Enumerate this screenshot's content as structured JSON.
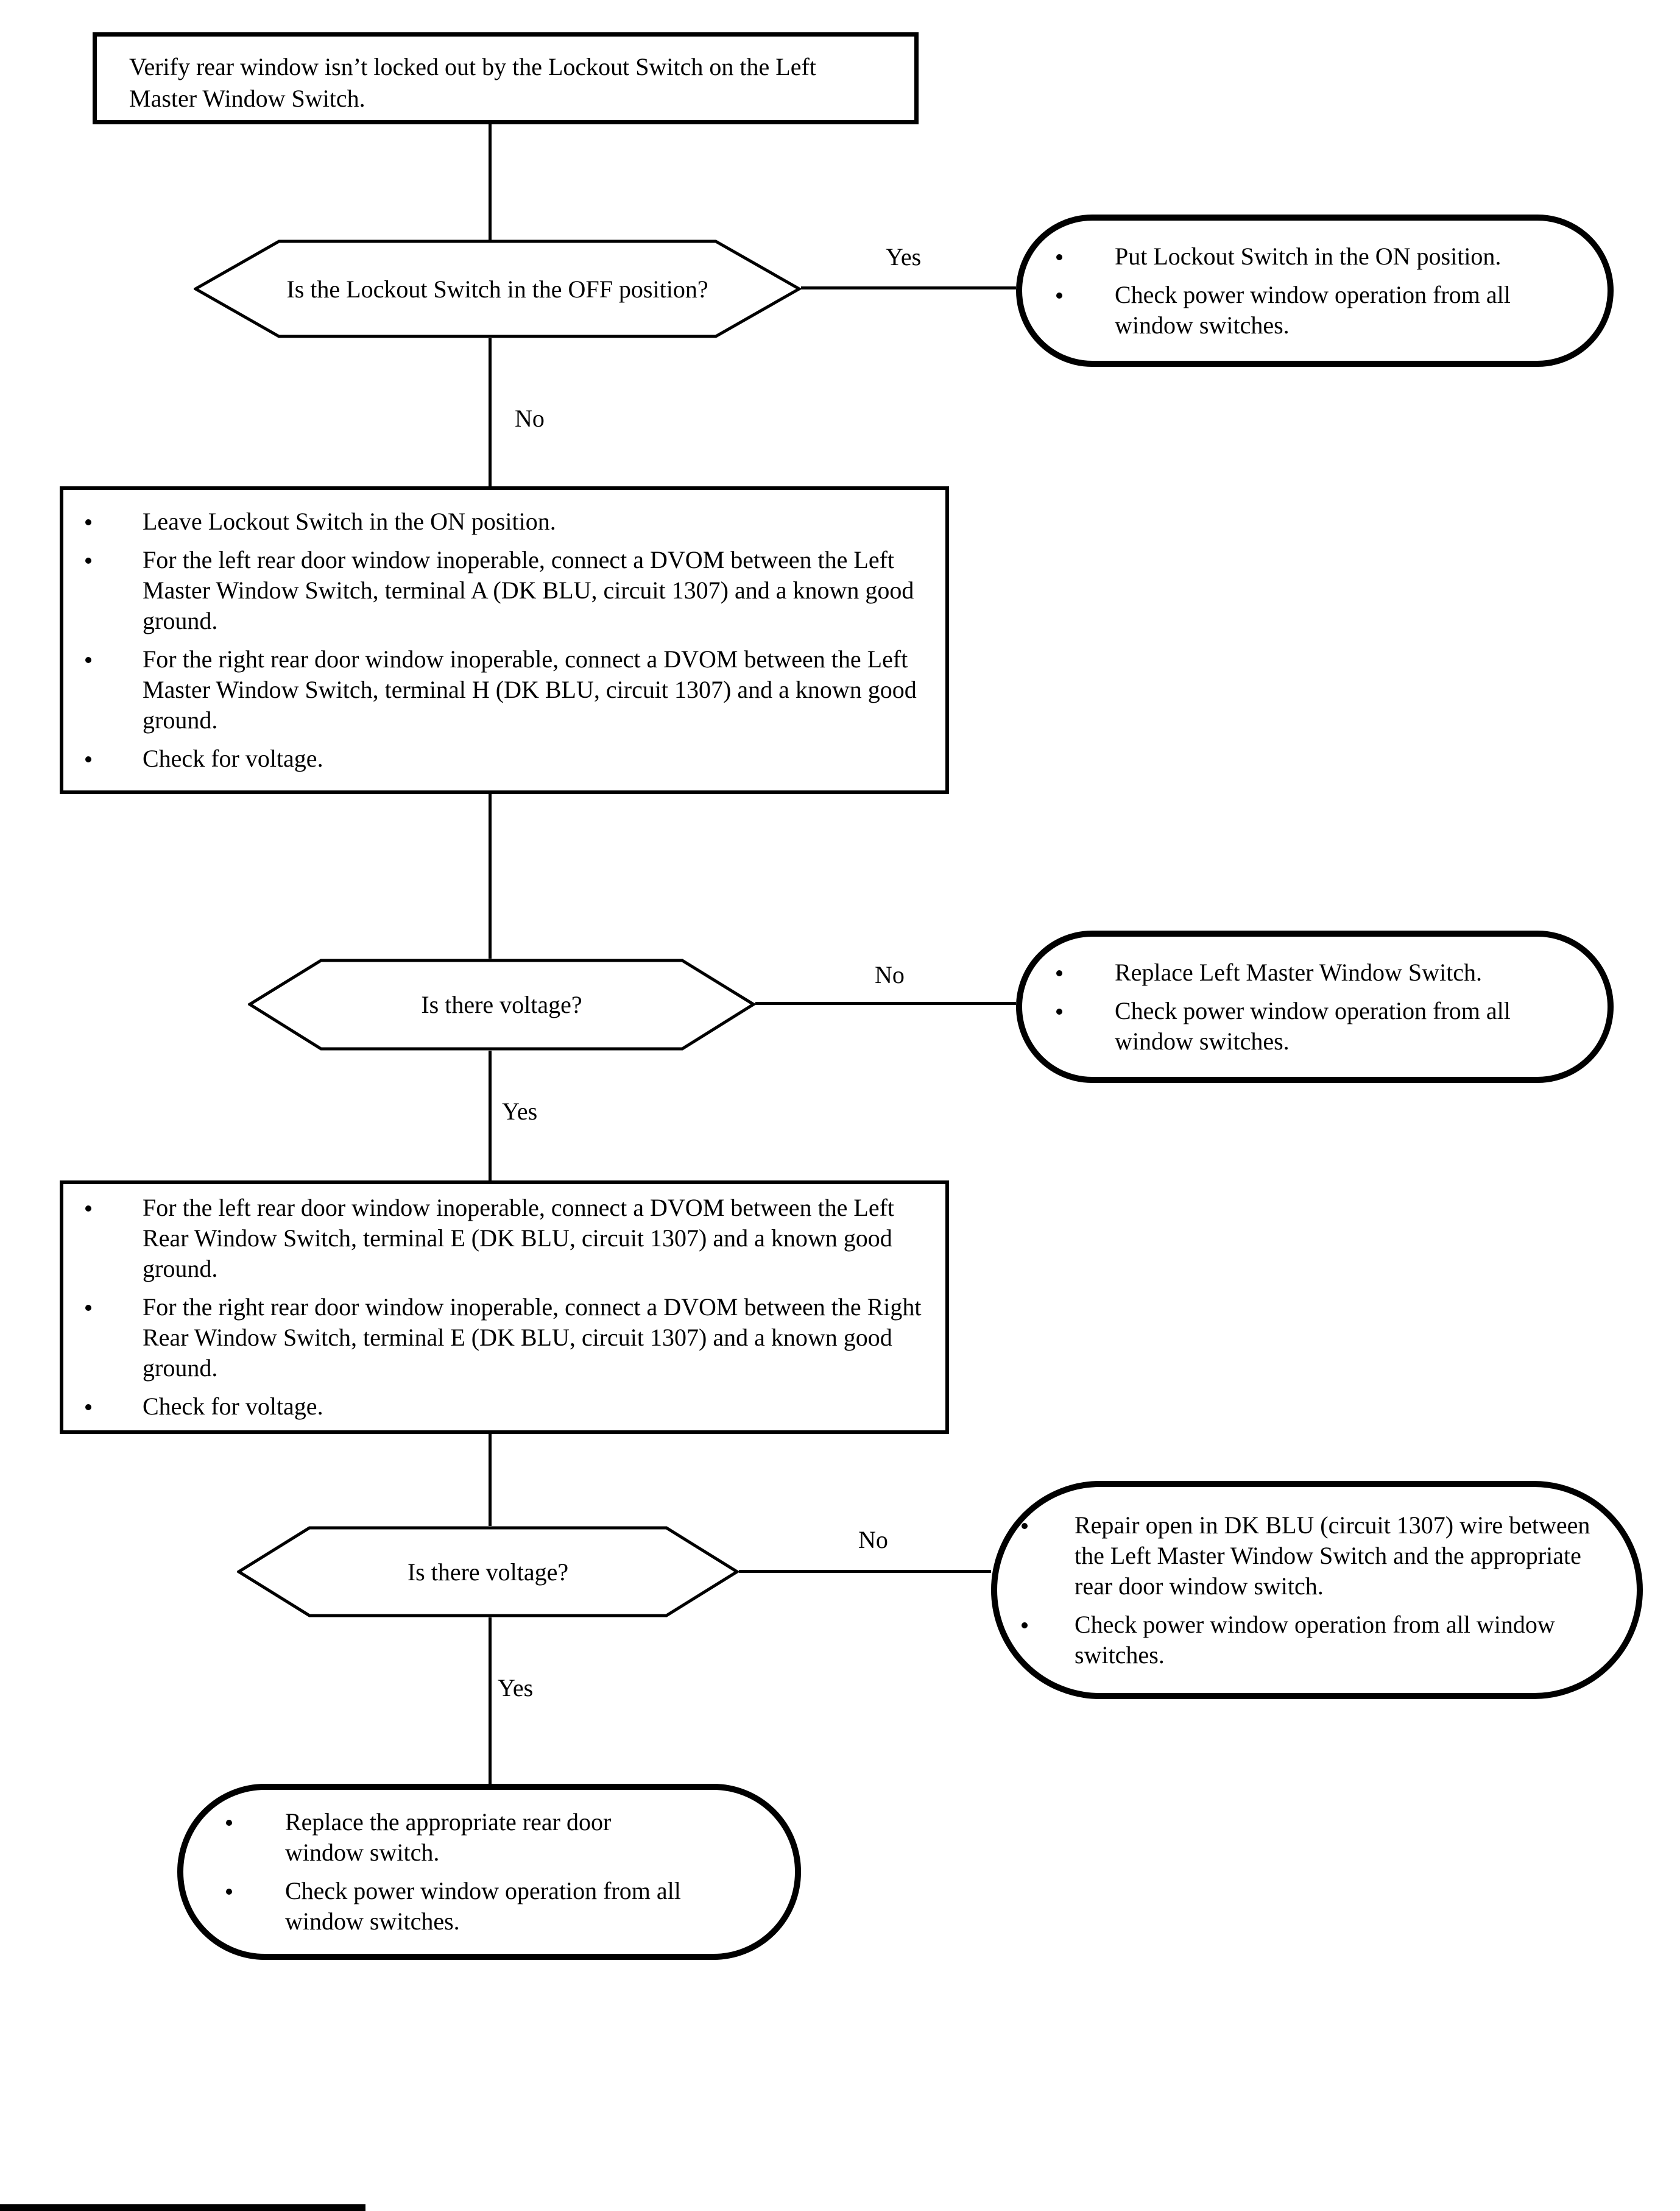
{
  "page": {
    "background": "#ffffff",
    "ink": "#000000"
  },
  "flowchart": {
    "start": {
      "text": "Verify rear window isn’t locked out by the Lockout Switch on the Left Master Window Switch."
    },
    "decision1": {
      "question": "Is the Lockout Switch in the OFF position?",
      "yes_label": "Yes",
      "no_label": "No"
    },
    "result_yes1": {
      "bullets": [
        "Put Lockout Switch in the ON position.",
        "Check power window operation from all window switches."
      ]
    },
    "process1": {
      "bullets": [
        "Leave Lockout Switch in the ON position.",
        "For the left rear door window inoperable, connect a DVOM between the Left Master Window Switch, terminal A (DK BLU, circuit 1307) and a known good ground.",
        "For the right rear door window inoperable, connect a DVOM between the Left Master Window Switch, terminal H (DK BLU, circuit 1307) and a known good ground.",
        "Check for voltage."
      ]
    },
    "decision2": {
      "question": "Is there voltage?",
      "no_label": "No",
      "yes_label": "Yes"
    },
    "result_no2": {
      "bullets": [
        "Replace Left Master Window Switch.",
        "Check power window operation from all window switches."
      ]
    },
    "process2": {
      "bullets": [
        "For the left rear door window inoperable, connect a DVOM between the Left Rear Window Switch, terminal E (DK BLU, circuit 1307) and a known good ground.",
        "For the right rear door window inoperable, connect a DVOM between the Right Rear Window Switch, terminal E (DK BLU, circuit 1307) and a known good ground.",
        "Check for voltage."
      ]
    },
    "decision3": {
      "question": "Is there voltage?",
      "no_label": "No",
      "yes_label": "Yes"
    },
    "result_no3": {
      "bullets": [
        "Repair open in DK BLU (circuit 1307) wire between the Left Master Window Switch and the appropriate rear door window switch.",
        "Check power window operation from all window switches."
      ]
    },
    "result_yes3": {
      "bullets": [
        "Replace the appropriate rear door window switch.",
        "Check power window operation from all window switches."
      ]
    }
  }
}
